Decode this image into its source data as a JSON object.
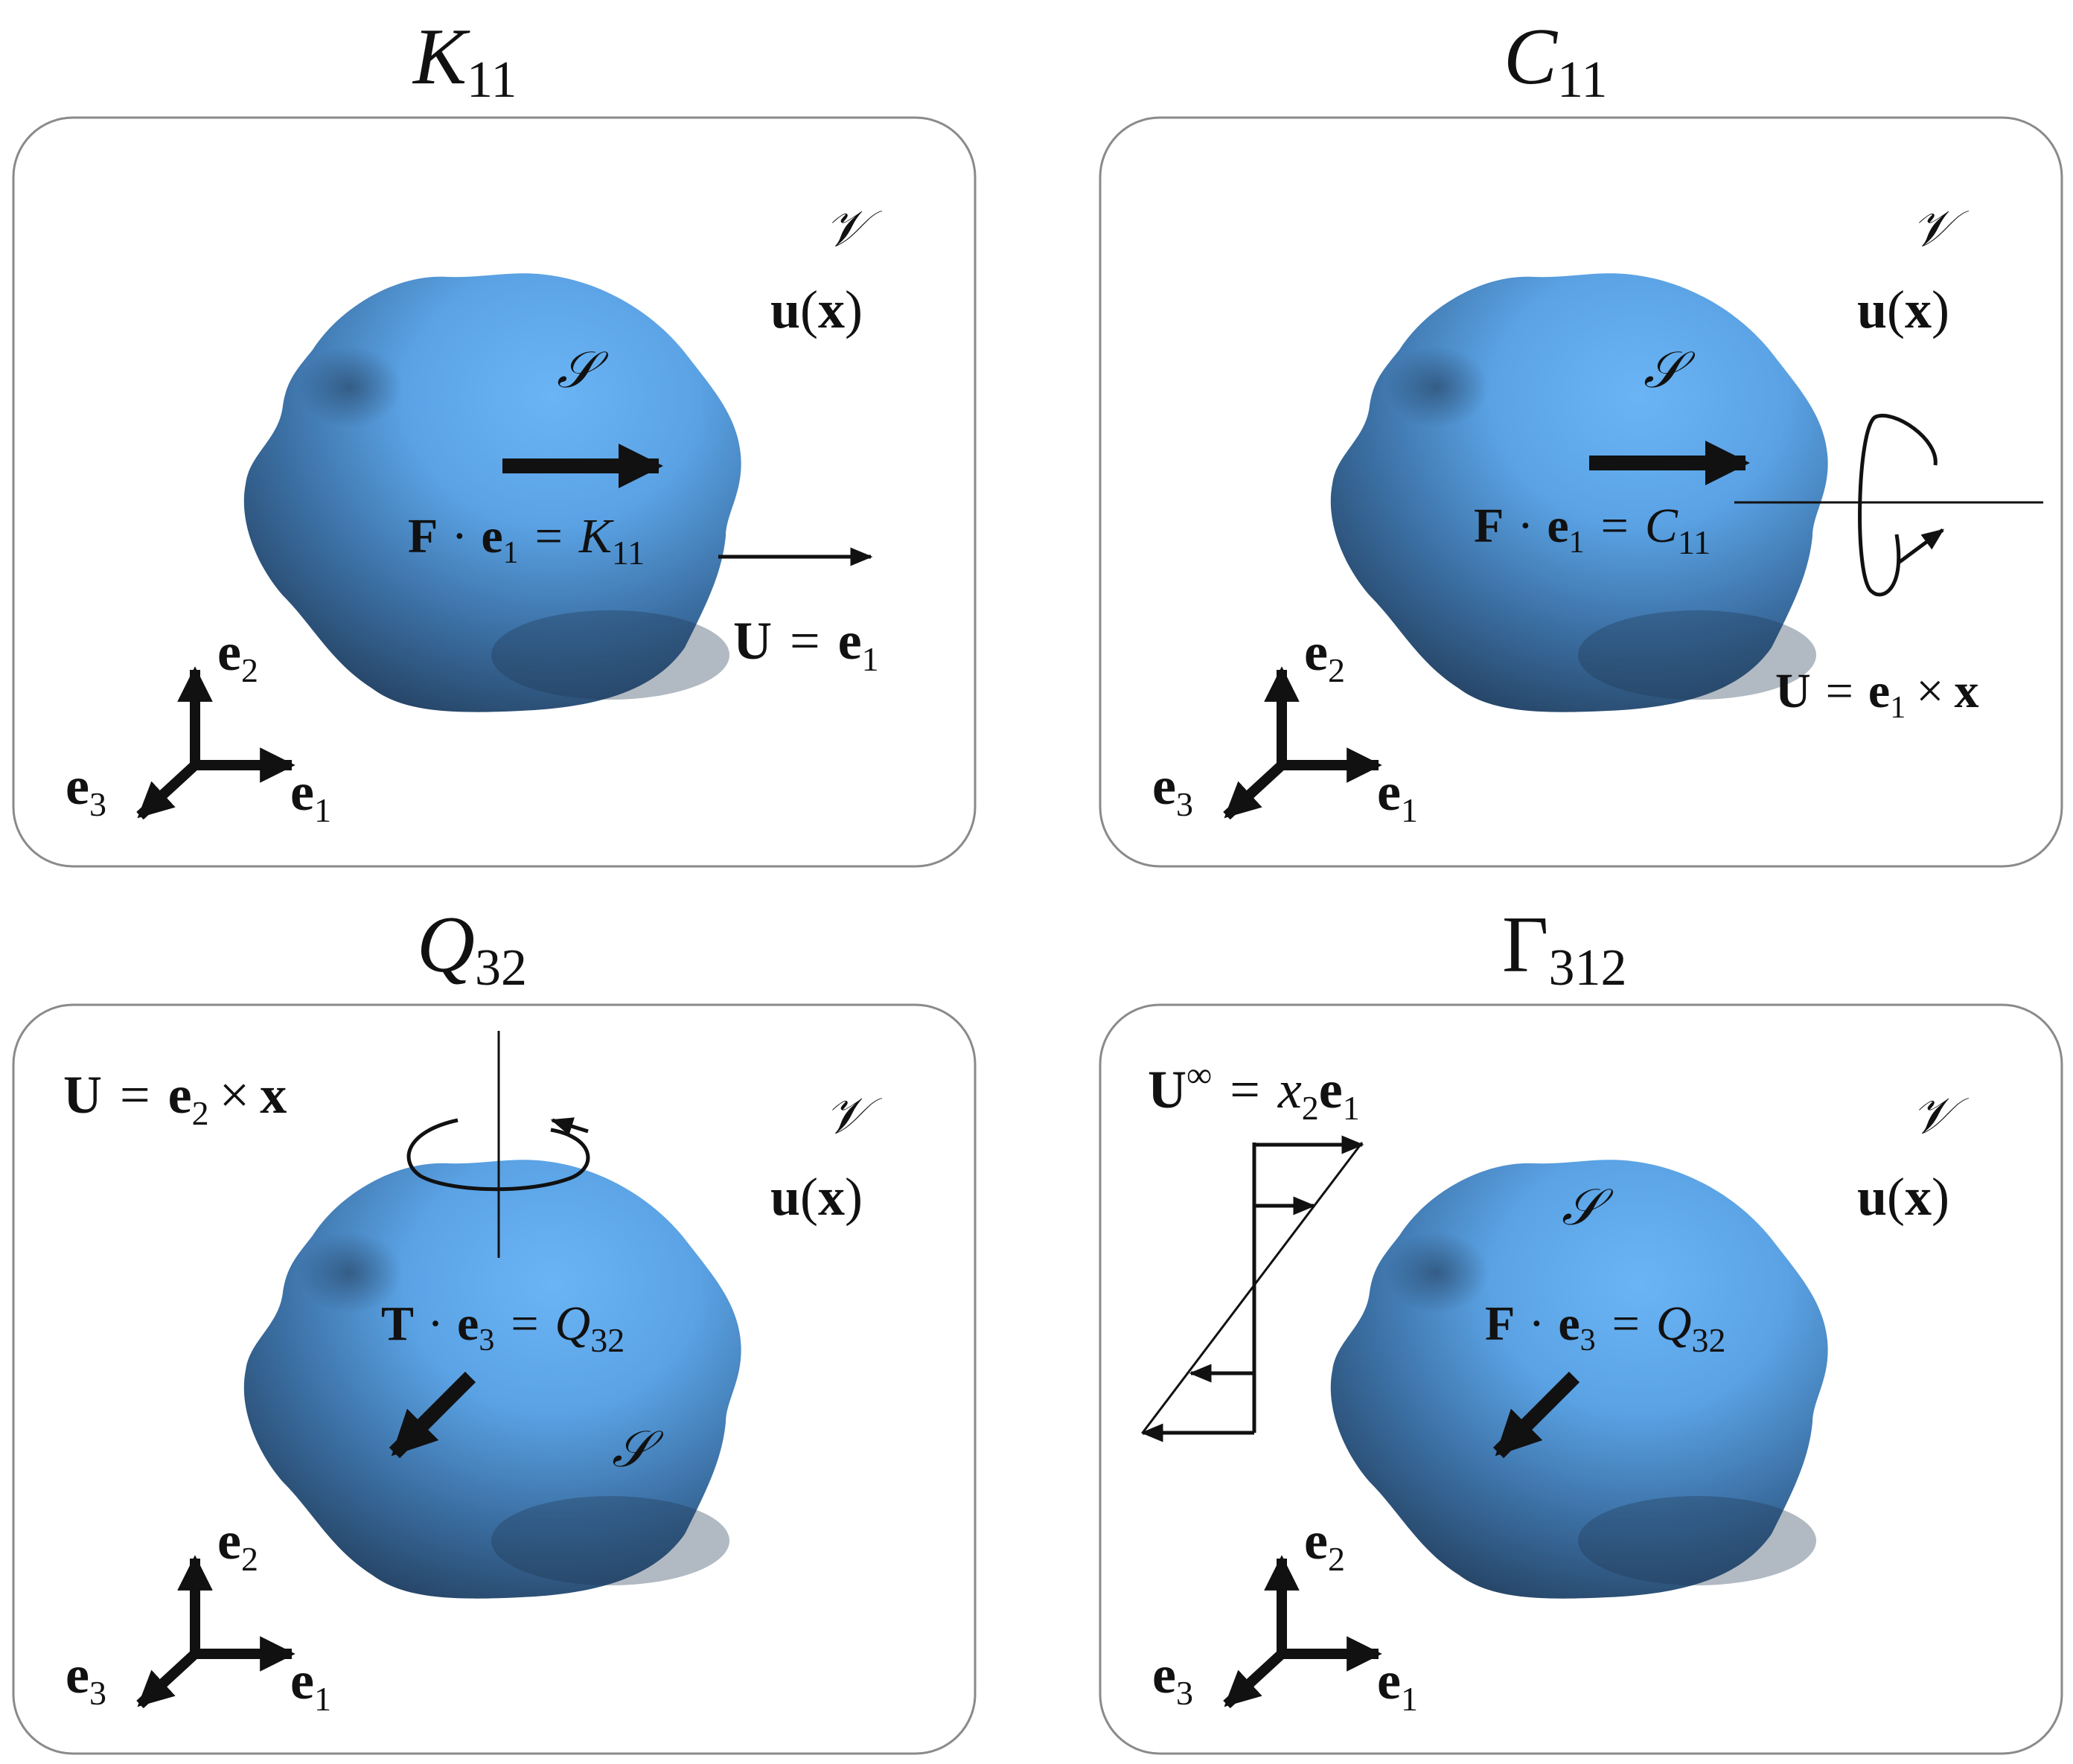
{
  "colors": {
    "particle_light": "#6ab4f5",
    "particle_mid": "#4a8fd1",
    "particle_dark": "#1f3651",
    "frame": "#8a8a8a",
    "ink": "#111111"
  },
  "panels": [
    {
      "title_symbol": "K",
      "title_sub": "11",
      "volume_symbol": "𝒱",
      "field_u": "u",
      "field_x": "x",
      "surface_symbol": "𝒮",
      "quantity": {
        "lhs": "F",
        "dot": "·",
        "e": "e",
        "esub": "1",
        "eq": "=",
        "rhs": "K",
        "rhs_sub": "11"
      },
      "boundary_condition": {
        "a": "U",
        "eq": "=",
        "b": "e",
        "bsub": "1"
      },
      "axes": {
        "e1": "e",
        "e1sub": "1",
        "e2": "e",
        "e2sub": "2",
        "e3": "e",
        "e3sub": "3"
      }
    },
    {
      "title_symbol": "C",
      "title_sub": "11",
      "volume_symbol": "𝒱",
      "field_u": "u",
      "field_x": "x",
      "surface_symbol": "𝒮",
      "quantity": {
        "lhs": "F",
        "dot": "·",
        "e": "e",
        "esub": "1",
        "eq": "=",
        "rhs": "C",
        "rhs_sub": "11"
      },
      "boundary_condition": {
        "a": "U",
        "eq": "=",
        "b": "e",
        "bsub": "1",
        "cross": "×",
        "c": "x"
      },
      "axes": {
        "e1": "e",
        "e1sub": "1",
        "e2": "e",
        "e2sub": "2",
        "e3": "e",
        "e3sub": "3"
      }
    },
    {
      "title_symbol": "Q",
      "title_sub": "32",
      "volume_symbol": "𝒱",
      "field_u": "u",
      "field_x": "x",
      "surface_symbol": "𝒮",
      "quantity": {
        "lhs": "T",
        "dot": "·",
        "e": "e",
        "esub": "3",
        "eq": "=",
        "rhs": "Q",
        "rhs_sub": "32"
      },
      "boundary_condition": {
        "a": "U",
        "eq": "=",
        "b": "e",
        "bsub": "2",
        "cross": "×",
        "c": "x"
      },
      "axes": {
        "e1": "e",
        "e1sub": "1",
        "e2": "e",
        "e2sub": "2",
        "e3": "e",
        "e3sub": "3"
      }
    },
    {
      "title_symbol": "Γ",
      "title_sub": "312",
      "volume_symbol": "𝒱",
      "field_u": "u",
      "field_x": "x",
      "surface_symbol": "𝒮",
      "quantity": {
        "lhs": "F",
        "dot": "·",
        "e": "e",
        "esub": "3",
        "eq": "=",
        "rhs": "Q",
        "rhs_sub": "32"
      },
      "boundary_condition": {
        "a": "U",
        "sup": "∞",
        "eq": "=",
        "x": "x",
        "xsub": "2",
        "b": "e",
        "bsub": "1"
      },
      "axes": {
        "e1": "e",
        "e1sub": "1",
        "e2": "e",
        "e2sub": "2",
        "e3": "e",
        "e3sub": "3"
      }
    }
  ]
}
